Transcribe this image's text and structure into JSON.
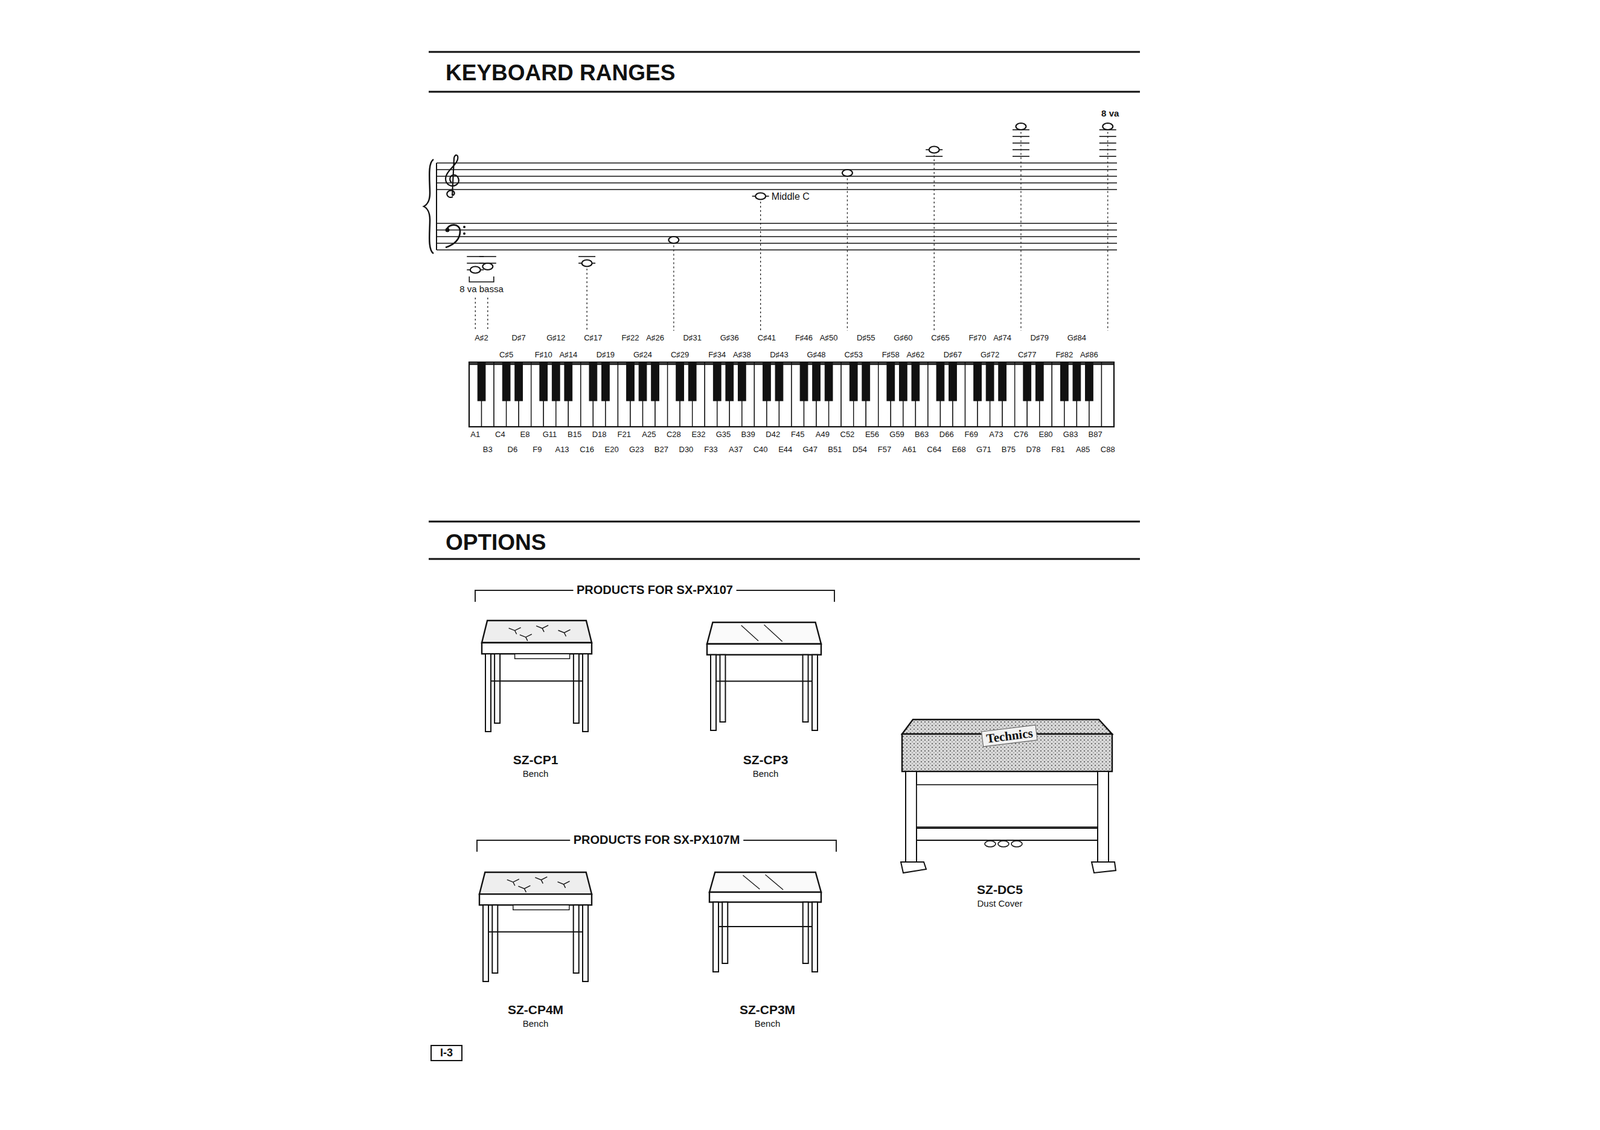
{
  "diagram": {
    "title": "KEYBOARD RANGES",
    "nodes": [
      {
        "text": [
          "PRODUCTS FOR SX-PX107"
        ]
      },
      {
        "text": [
          "PRODUCTS FOR SX-PX107M"
        ]
      }
    ],
    "labels": [
      "OPTIONS",
      "Middle C",
      "8 va",
      "8 va bassa",
      "A♯2",
      "D♯7",
      "G♯12",
      "C♯17",
      "F♯22",
      "A♯26",
      "D♯31",
      "G♯36",
      "C♯41",
      "F♯46",
      "A♯50",
      "D♯55",
      "G♯60",
      "C♯65",
      "F♯70",
      "A♯74",
      "D♯79",
      "G♯84",
      "C♯5",
      "F♯10",
      "A♯14",
      "D♯19",
      "G♯24",
      "C♯29",
      "F♯34",
      "A♯38",
      "D♯43",
      "G♯48",
      "C♯53",
      "F♯58",
      "A♯62",
      "D♯67",
      "G♯72",
      "C♯77",
      "F♯82",
      "A♯86",
      "A1",
      "C4",
      "E8",
      "G11",
      "B15",
      "D18",
      "F21",
      "A25",
      "C28",
      "E32",
      "G35",
      "B39",
      "D42",
      "F45",
      "A49",
      "C52",
      "E56",
      "G59",
      "B63",
      "D66",
      "F69",
      "A73",
      "C76",
      "E80",
      "G83",
      "B87",
      "B3",
      "D6",
      "F9",
      "A13",
      "C16",
      "E20",
      "G23",
      "B27",
      "D30",
      "F33",
      "A37",
      "C40",
      "E44",
      "G47",
      "B51",
      "D54",
      "F57",
      "A61",
      "C64",
      "E68",
      "G71",
      "B75",
      "D78",
      "F81",
      "A85",
      "C88",
      "SZ-CP1",
      "Bench",
      "SZ-CP3",
      "Bench",
      "SZ-CP4M",
      "Bench",
      "SZ-CP3M",
      "Bench",
      "SZ-DC5",
      "Dust Cover",
      "Technics",
      "I-3"
    ]
  }
}
